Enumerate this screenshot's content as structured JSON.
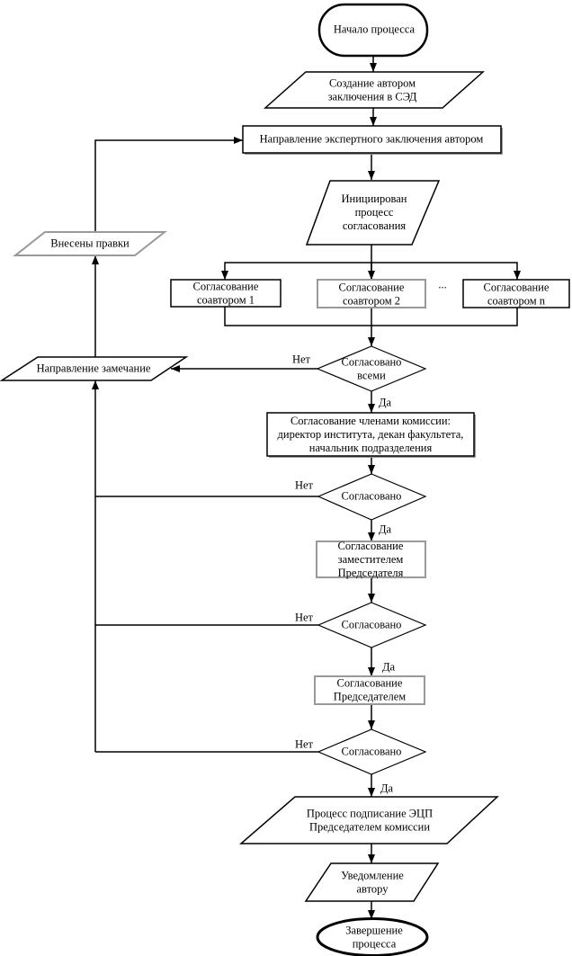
{
  "diagram": {
    "nodes": {
      "start": {
        "label": "Начало процесса",
        "type": "terminator"
      },
      "create": {
        "label": "Создание автором\nзаключения в СЭД",
        "type": "data"
      },
      "send": {
        "label": "Направление экспертного заключения автором",
        "type": "process"
      },
      "initiated": {
        "label": "Инициирован\nпроцесс\nсогласования",
        "type": "data"
      },
      "coauthor1": {
        "label": "Согласование\nсоавтором 1",
        "type": "process"
      },
      "coauthor2": {
        "label": "Согласование\nсоавтором 2",
        "type": "process"
      },
      "dots": {
        "label": "...",
        "type": "text"
      },
      "coauthorN": {
        "label": "Согласование\nсоавтором n",
        "type": "process"
      },
      "agreedAll": {
        "label": "Согласовано\nвсеми",
        "type": "decision"
      },
      "remark": {
        "label": "Направление замечание",
        "type": "data"
      },
      "edits": {
        "label": "Внесены правки",
        "type": "data"
      },
      "commission": {
        "label": "Согласование членами комиссии:\nдиректор института, декан факультета,\nначальник подразделения",
        "type": "process"
      },
      "agreed2": {
        "label": "Согласовано",
        "type": "decision"
      },
      "deputy": {
        "label": "Согласование\nзаместителем\nПредседателя",
        "type": "process"
      },
      "agreed3": {
        "label": "Согласовано",
        "type": "decision"
      },
      "chairman": {
        "label": "Согласование\nПредседателем",
        "type": "process"
      },
      "agreed4": {
        "label": "Согласовано",
        "type": "decision"
      },
      "sign": {
        "label": "Процесс подписание ЭЦП\nПредседателем комиссии",
        "type": "data"
      },
      "notify": {
        "label": "Уведомление\nавтору",
        "type": "data"
      },
      "end": {
        "label": "Завершение\nпроцесса",
        "type": "terminator"
      }
    },
    "edge_labels": {
      "yes": "Да",
      "no": "Нет"
    },
    "colors": {
      "stroke": "#000000",
      "secondary_stroke": "#999999",
      "background": "#ffffff"
    }
  }
}
